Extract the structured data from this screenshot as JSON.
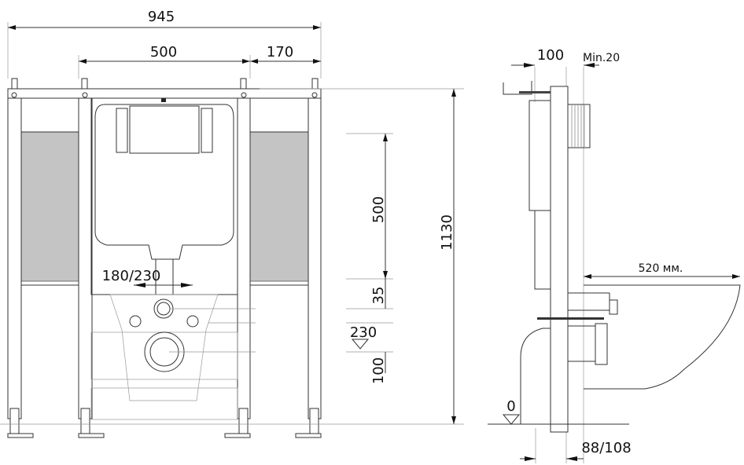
{
  "front_view": {
    "total_width": "945",
    "cistern_width": "500",
    "side_width": "170",
    "inlet_spacing": "180/230",
    "cistern_height": "500",
    "offset_35": "35",
    "inlet_height": "230",
    "drain_offset": "100",
    "total_height": "1130"
  },
  "side_view": {
    "frame_depth": "100",
    "wall_min": "Min.20",
    "bowl_projection": "520 мм.",
    "floor_level": "0",
    "foot_depth": "88/108"
  }
}
